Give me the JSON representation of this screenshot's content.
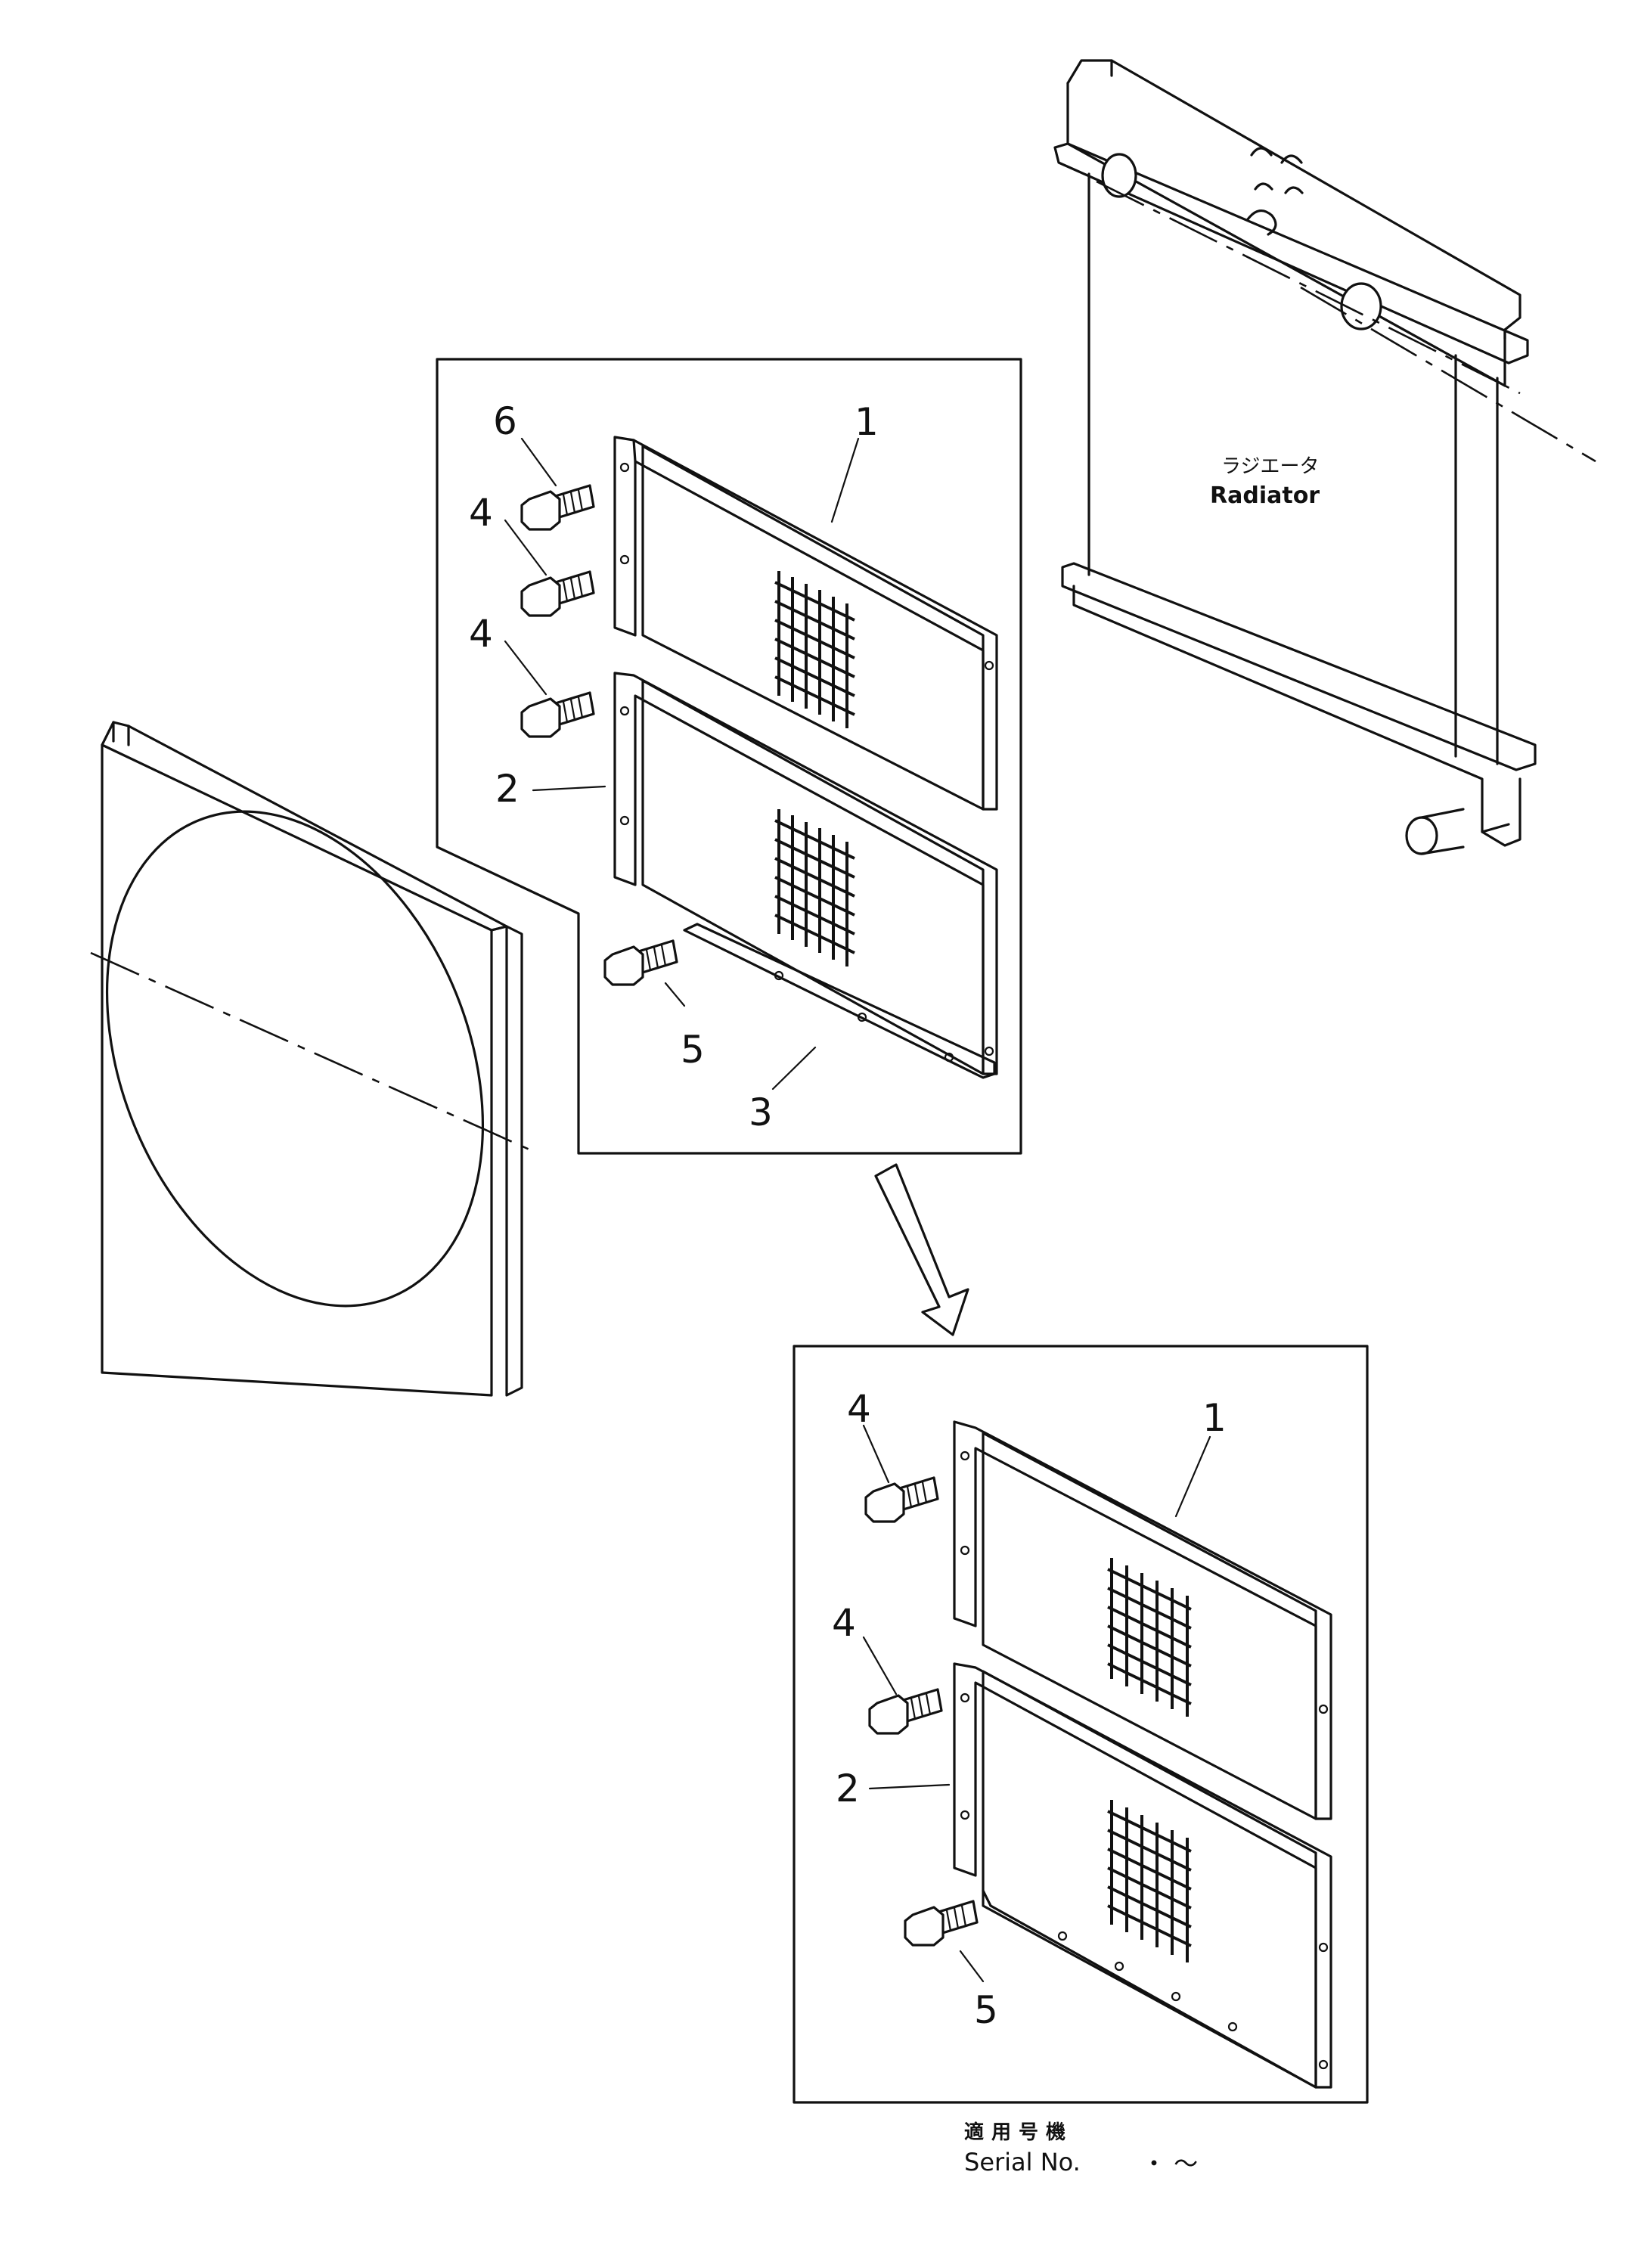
{
  "diagram": {
    "radiator_label_jp": "ラジエータ",
    "radiator_label_en": "Radiator",
    "callouts": {
      "upper": [
        "1",
        "2",
        "3",
        "4",
        "4",
        "5",
        "6"
      ],
      "lower": [
        "1",
        "2",
        "4",
        "4",
        "5"
      ]
    },
    "serial": {
      "jp": "適用号機",
      "en": "Serial No.",
      "range": "・ ～"
    }
  }
}
